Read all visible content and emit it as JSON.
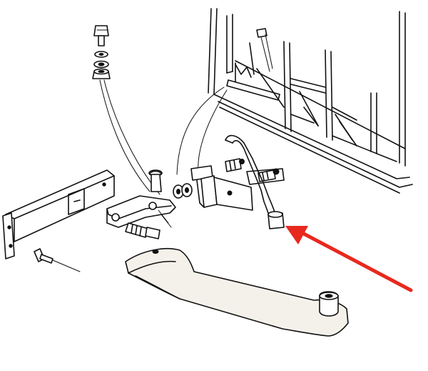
{
  "diagram": {
    "callout": {
      "color": "#e8281e"
    },
    "parts": [
      {
        "name": "shoulder-bolt"
      },
      {
        "name": "lock-washer"
      },
      {
        "name": "flat-washer"
      },
      {
        "name": "hex-nut"
      },
      {
        "name": "door-frame"
      },
      {
        "name": "hinge-strap"
      },
      {
        "name": "rivet"
      },
      {
        "name": "check-link-arm"
      },
      {
        "name": "pivot-pin"
      },
      {
        "name": "hex-bolt"
      },
      {
        "name": "bracket"
      },
      {
        "name": "curved-rod"
      },
      {
        "name": "rod-end-bushing"
      },
      {
        "name": "support-arm"
      },
      {
        "name": "arm-end-bushing"
      }
    ]
  }
}
